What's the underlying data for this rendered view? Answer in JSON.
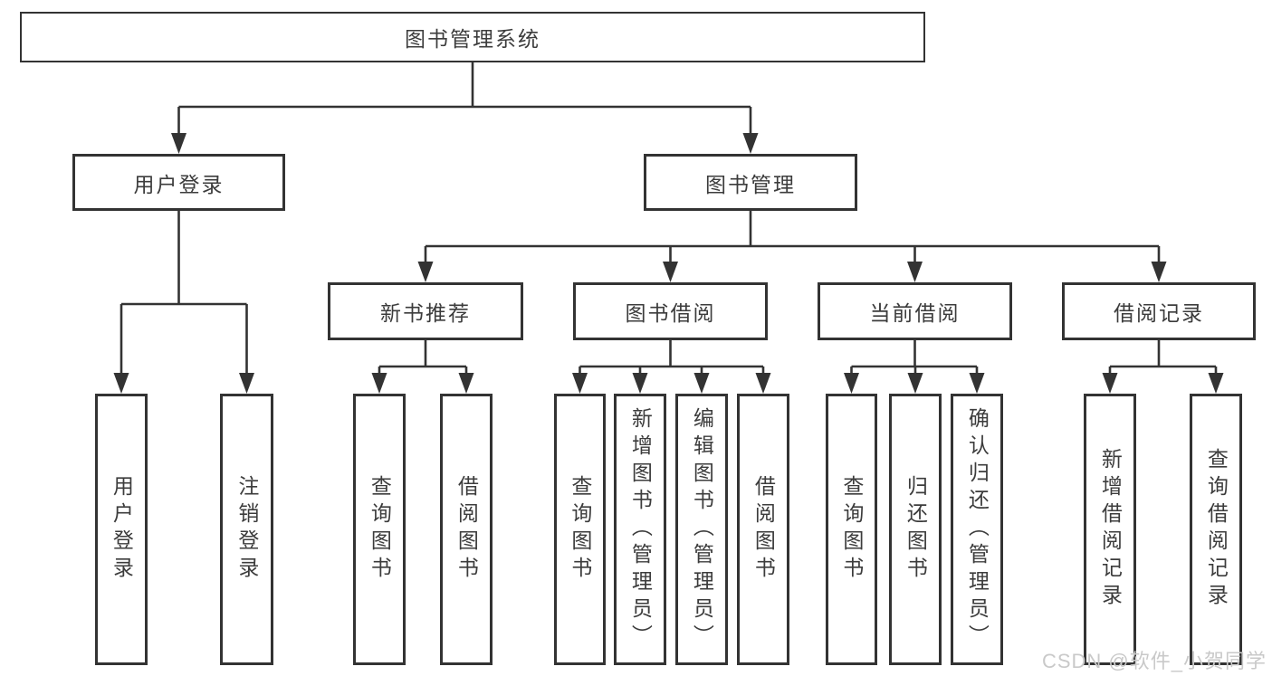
{
  "tree": {
    "label": "图书管理系统",
    "children": [
      {
        "label": "用户登录",
        "children": [
          {
            "label": "用户登录"
          },
          {
            "label": "注销登录"
          }
        ]
      },
      {
        "label": "图书管理",
        "children": [
          {
            "label": "新书推荐",
            "children": [
              {
                "label": "查询图书"
              },
              {
                "label": "借阅图书"
              }
            ]
          },
          {
            "label": "图书借阅",
            "children": [
              {
                "label": "查询图书"
              },
              {
                "label": "新增图书（管理员）"
              },
              {
                "label": "编辑图书（管理员）"
              },
              {
                "label": "借阅图书"
              }
            ]
          },
          {
            "label": "当前借阅",
            "children": [
              {
                "label": "查询图书"
              },
              {
                "label": "归还图书"
              },
              {
                "label": "确认归还（管理员）"
              }
            ]
          },
          {
            "label": "借阅记录",
            "children": [
              {
                "label": "新增借阅记录"
              },
              {
                "label": "查询借阅记录"
              }
            ]
          }
        ]
      }
    ]
  },
  "watermark": {
    "text": "CSDN @软件_小贺同学"
  },
  "colors": {
    "line": "#333333",
    "text": "#3c3c3c",
    "watermark": "#c9c9c9",
    "background": "#ffffff"
  }
}
